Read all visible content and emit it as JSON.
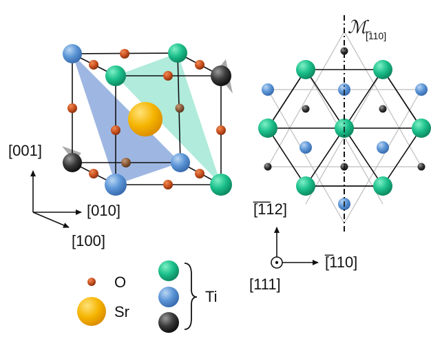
{
  "cube_axes": {
    "vertical": "[001]",
    "horizontal": "[010]",
    "diagonal": "[100]"
  },
  "hex_axes": {
    "up": "[̅1̅12]",
    "right": "[̅110]",
    "normal": "[111]"
  },
  "mirror": {
    "symbol": "ℳ",
    "subscript": "[̅110]"
  },
  "legend": {
    "o_label": "O",
    "sr_label": "Sr",
    "ti_label": "Ti"
  },
  "colors": {
    "ti_green": "#1bbf8a",
    "ti_blue": "#5b95d6",
    "ti_black": "#3a3a3a",
    "oxygen": "#c8501e",
    "strontium": "#f2a900",
    "plane_blue": "#7d9fd8",
    "plane_green": "#8fe2cc"
  }
}
